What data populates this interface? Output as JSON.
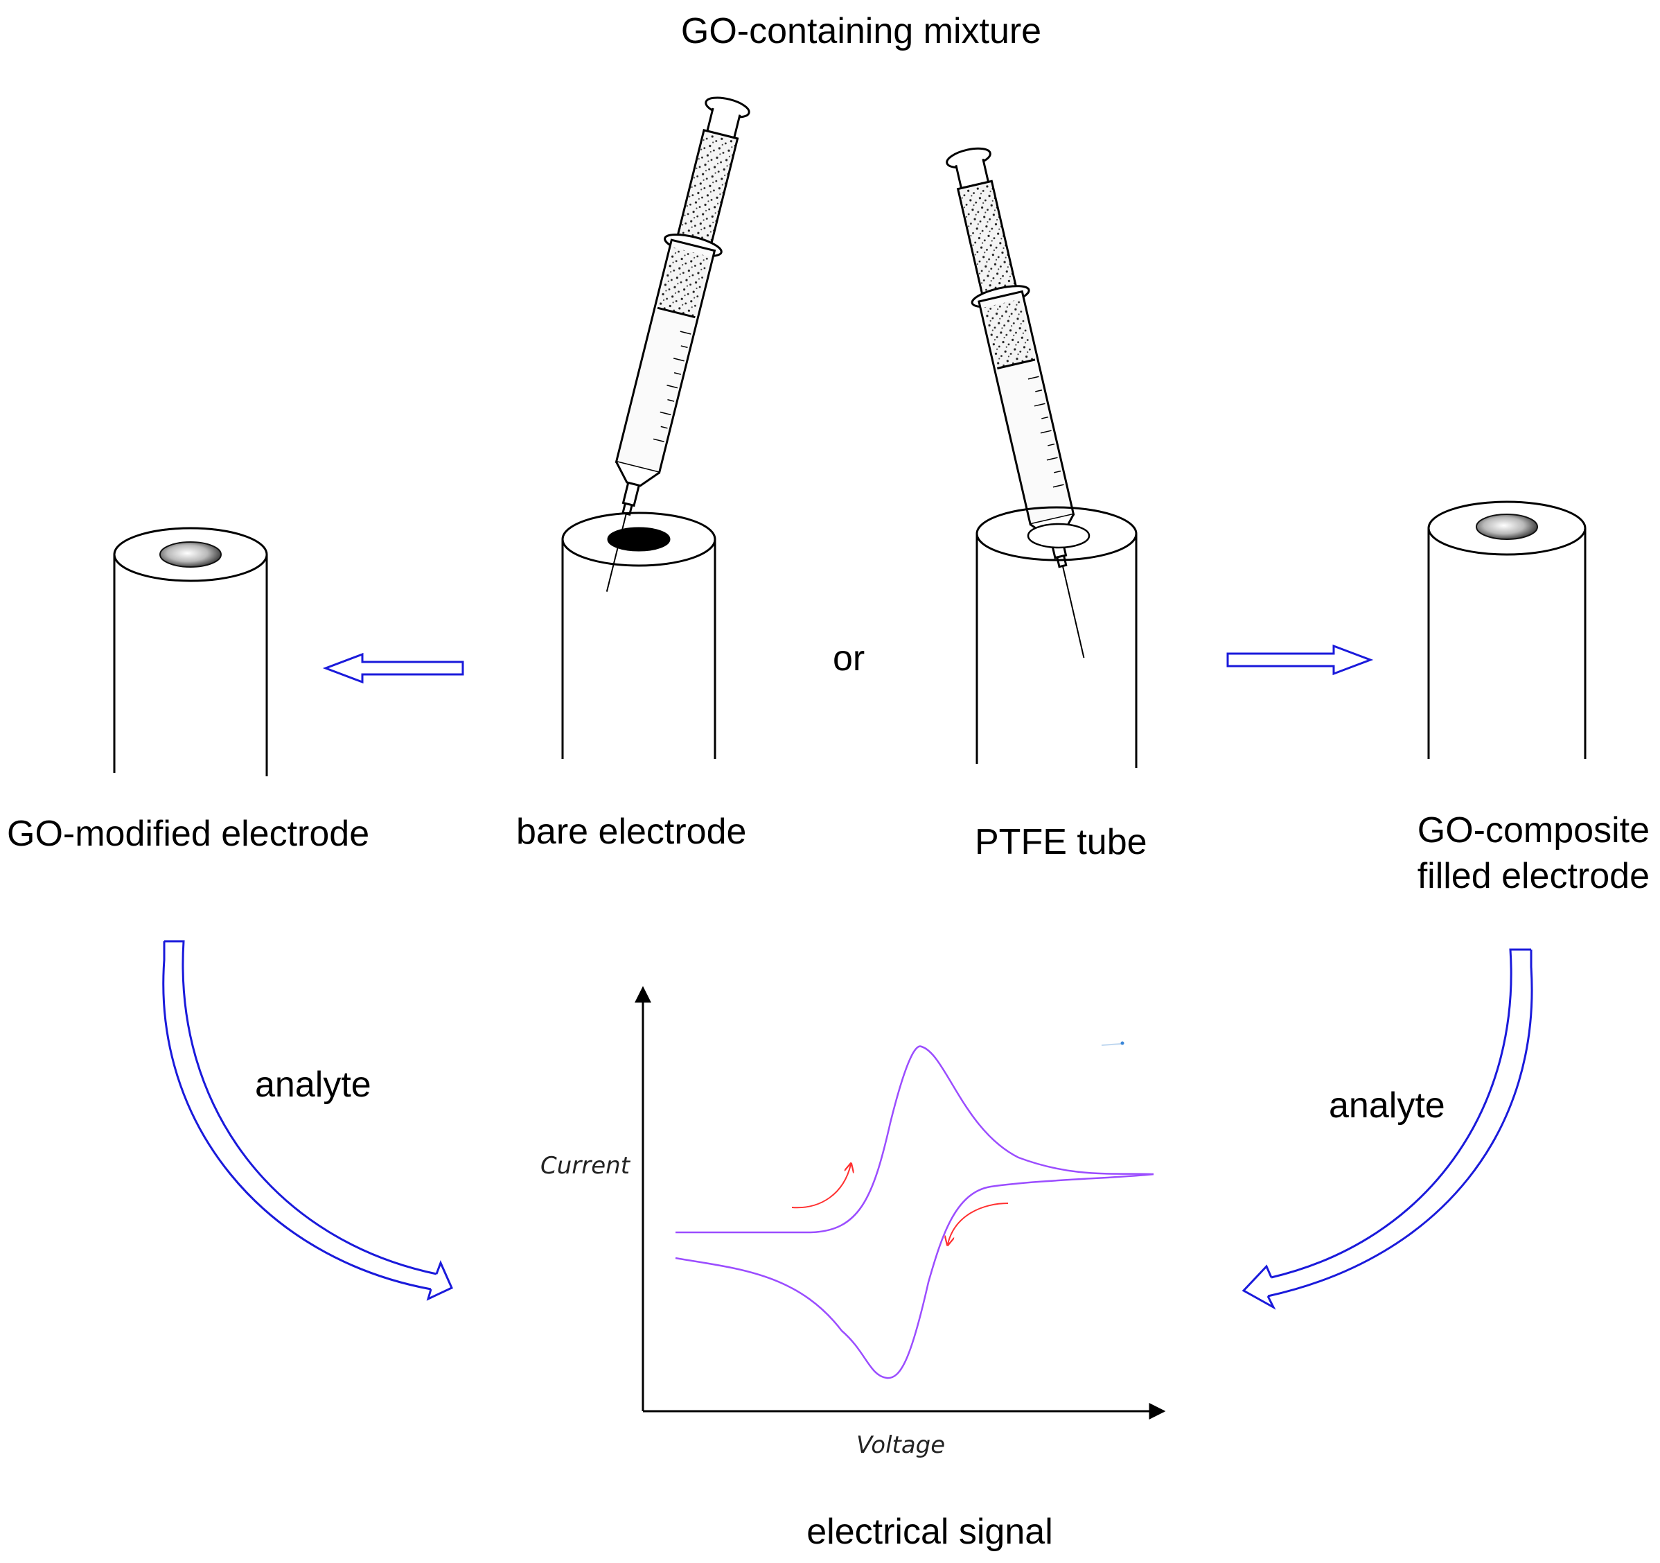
{
  "title": "GO-containing mixture",
  "or_text": "or",
  "electrodes": {
    "go_modified": "GO-modified electrode",
    "bare": "bare electrode",
    "ptfe": "PTFE tube",
    "go_composite_line1": "GO-composite",
    "go_composite_line2": "filled electrode"
  },
  "analyte_left": "analyte",
  "analyte_right": "analyte",
  "chart": {
    "xlabel": "Voltage",
    "ylabel": "Current",
    "caption": "electrical signal"
  },
  "colors": {
    "arrow": "#1a1adb",
    "curve": "#9b4dff",
    "direction_arrow": "#ff3030"
  }
}
